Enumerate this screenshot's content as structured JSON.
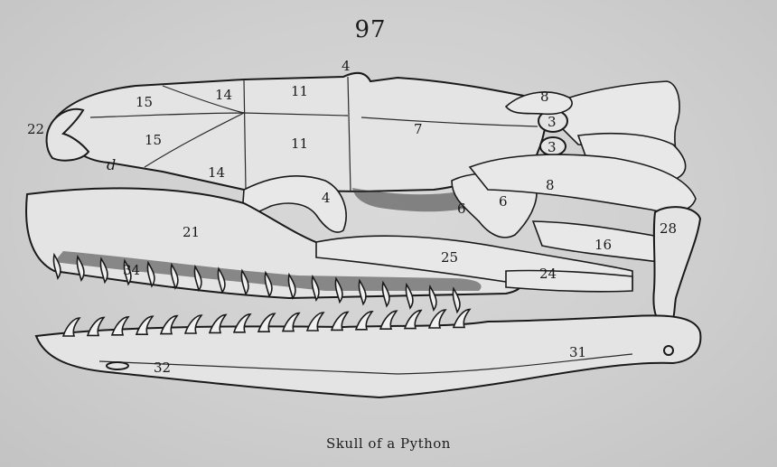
{
  "page": {
    "number": "97",
    "caption": "Skull of a Python"
  },
  "figure": {
    "labels": [
      {
        "id": "label-97",
        "text": ""
      },
      {
        "id": "label-4-top",
        "text": "4"
      },
      {
        "id": "label-15-top",
        "text": "15"
      },
      {
        "id": "label-14-top",
        "text": "14"
      },
      {
        "id": "label-11-top",
        "text": "11"
      },
      {
        "id": "label-8-top",
        "text": "8"
      },
      {
        "id": "label-22",
        "text": "22"
      },
      {
        "id": "label-15-mid",
        "text": "15"
      },
      {
        "id": "label-11-mid",
        "text": "11"
      },
      {
        "id": "label-7",
        "text": "7"
      },
      {
        "id": "label-3-a",
        "text": "3"
      },
      {
        "id": "label-3-b",
        "text": "3"
      },
      {
        "id": "label-d",
        "text": "d"
      },
      {
        "id": "label-14-mid",
        "text": "14"
      },
      {
        "id": "label-8-mid",
        "text": "8"
      },
      {
        "id": "label-4-mid",
        "text": "4"
      },
      {
        "id": "label-6-a",
        "text": "6"
      },
      {
        "id": "label-6-b",
        "text": "6"
      },
      {
        "id": "label-21",
        "text": "21"
      },
      {
        "id": "label-28",
        "text": "28"
      },
      {
        "id": "label-16",
        "text": "16"
      },
      {
        "id": "label-25",
        "text": "25"
      },
      {
        "id": "label-34",
        "text": "34"
      },
      {
        "id": "label-24",
        "text": "24"
      },
      {
        "id": "label-31",
        "text": "31"
      },
      {
        "id": "label-32",
        "text": "32"
      }
    ]
  }
}
